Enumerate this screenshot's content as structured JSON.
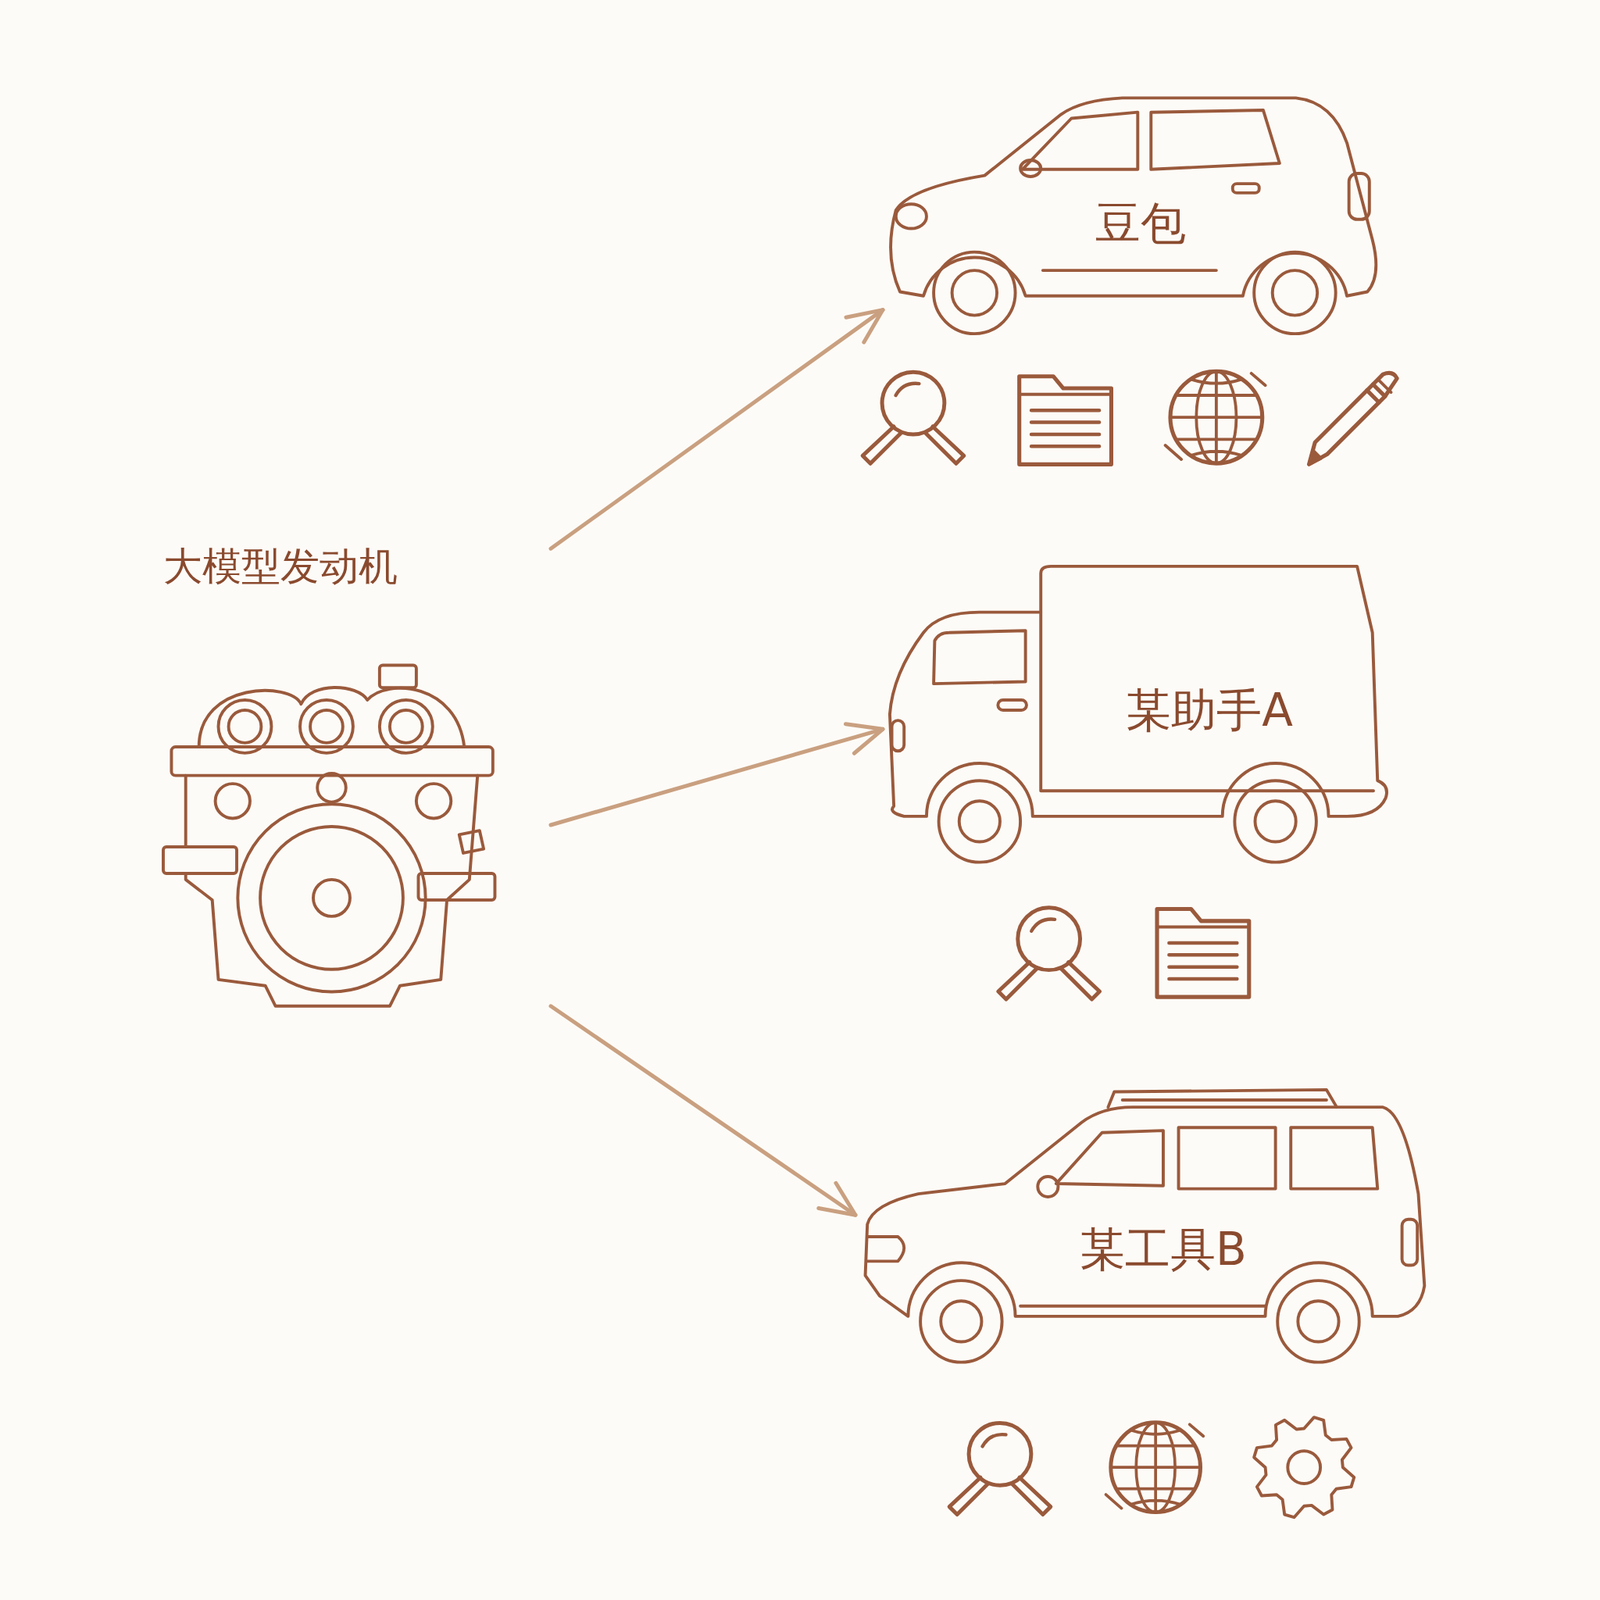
{
  "diagram": {
    "nodes": [
      {
        "text": [
          "大模型发动机"
        ]
      },
      {
        "text": [
          "豆包"
        ]
      },
      {
        "text": [
          "某助手A"
        ]
      },
      {
        "text": [
          "某工具B"
        ]
      }
    ],
    "edges": [
      {
        "from": 0,
        "to": 1,
        "arrow": "to"
      },
      {
        "from": 0,
        "to": 2,
        "arrow": "to"
      },
      {
        "from": 0,
        "to": 3,
        "arrow": "to"
      }
    ]
  }
}
